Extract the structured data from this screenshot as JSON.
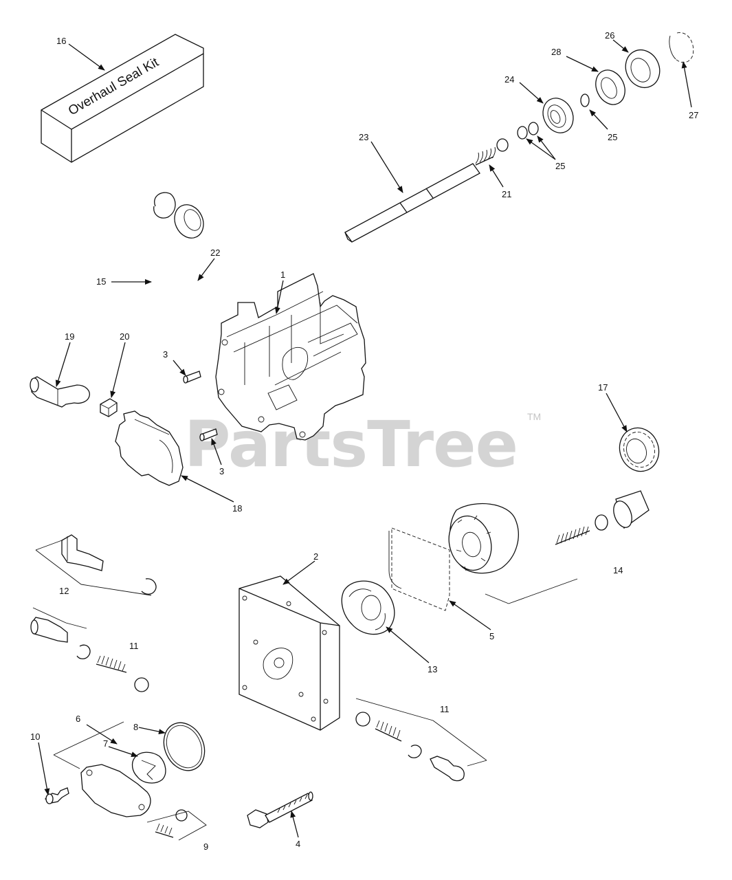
{
  "kit_label": "Overhaul Seal Kit",
  "watermark": "PartsTree",
  "trademark": "TM",
  "callouts": [
    "16",
    "28",
    "26",
    "24",
    "27",
    "25",
    "23",
    "25",
    "21",
    "22",
    "15",
    "1",
    "19",
    "20",
    "3",
    "3",
    "18",
    "17",
    "14",
    "2",
    "12",
    "11",
    "5",
    "13",
    "6",
    "8",
    "11",
    "10",
    "7",
    "9",
    "4"
  ]
}
